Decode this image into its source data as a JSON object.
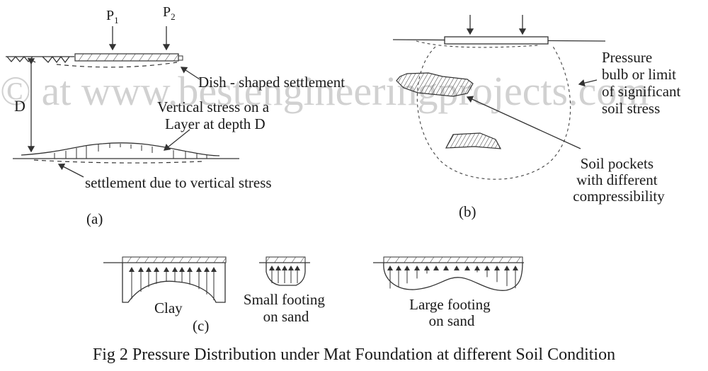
{
  "watermark": "© at www.bestengineeringprojects.com",
  "panel_a": {
    "load_labels": [
      "P",
      "P"
    ],
    "load_subscripts": [
      "1",
      "2"
    ],
    "dish_label": "Dish - shaped settlement",
    "depth_label": "D",
    "stress_label_line1": "Vertical stress on a",
    "stress_label_line2": "Layer at depth D",
    "settlement_label": "settlement due to vertical stress",
    "caption": "(a)"
  },
  "panel_b": {
    "bulb_label_lines": [
      "Pressure",
      "bulb or limit",
      "of significant",
      "soil stress"
    ],
    "pockets_label_lines": [
      "Soil pockets",
      "with different",
      "compressibility"
    ],
    "caption": "(b)"
  },
  "panel_c": {
    "clay_label": "Clay",
    "small_label_lines": [
      "Small footing",
      "on sand"
    ],
    "large_label_lines": [
      "Large footing",
      "on sand"
    ],
    "caption": "(c)"
  },
  "figure_caption": "Fig 2 Pressure Distribution under Mat Foundation at different Soil Condition"
}
